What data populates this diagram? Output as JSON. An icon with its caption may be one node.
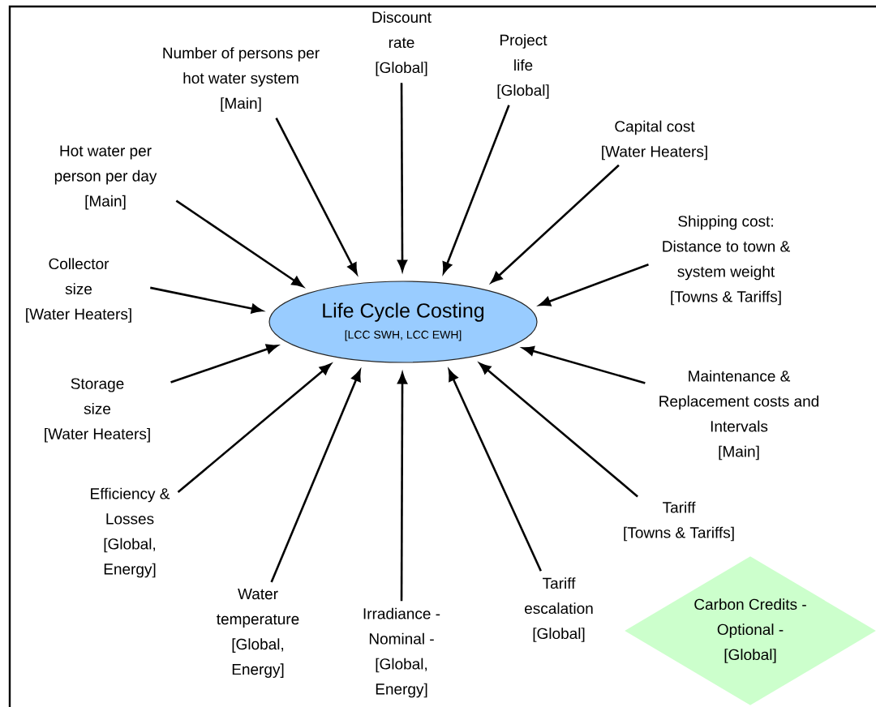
{
  "diagram": {
    "nodes": [
      {
        "text": [
          "Life Cycle Costing",
          "[LCC SWH, LCC EWH]"
        ]
      },
      {
        "text": [
          "Discount rate",
          "[Global]"
        ]
      },
      {
        "text": [
          "Project life",
          "[Global]"
        ]
      },
      {
        "text": [
          "Number of persons per hot water system",
          "[Main]"
        ]
      },
      {
        "text": [
          "Capital cost",
          "[Water Heaters]"
        ]
      },
      {
        "text": [
          "Hot water per person per day",
          "[Main]"
        ]
      },
      {
        "text": [
          "Shipping cost: Distance to town & system weight",
          "[Towns & Tariffs]"
        ]
      },
      {
        "text": [
          "Collector size",
          "[Water Heaters]"
        ]
      },
      {
        "text": [
          "Storage size",
          "[Water Heaters]"
        ]
      },
      {
        "text": [
          "Maintenance & Replacement costs and Intervals",
          "[Main]"
        ]
      },
      {
        "text": [
          "Efficiency & Losses",
          "[Global, Energy]"
        ]
      },
      {
        "text": [
          "Tariff",
          "[Towns & Tariffs]"
        ]
      },
      {
        "text": [
          "Water temperature",
          "[Global, Energy]"
        ]
      },
      {
        "text": [
          "Irradiance - Nominal -",
          "[Global, Energy]"
        ]
      },
      {
        "text": [
          "Tariff escalation",
          "[Global]"
        ]
      },
      {
        "text": [
          "Carbon Credits - Optional -",
          "[Global]"
        ]
      }
    ],
    "edges": [
      {
        "from": 1,
        "to": 0,
        "arrow": "to"
      },
      {
        "from": 2,
        "to": 0,
        "arrow": "to"
      },
      {
        "from": 3,
        "to": 0,
        "arrow": "to"
      },
      {
        "from": 4,
        "to": 0,
        "arrow": "to"
      },
      {
        "from": 5,
        "to": 0,
        "arrow": "to"
      },
      {
        "from": 6,
        "to": 0,
        "arrow": "to"
      },
      {
        "from": 7,
        "to": 0,
        "arrow": "to"
      },
      {
        "from": 8,
        "to": 0,
        "arrow": "to"
      },
      {
        "from": 9,
        "to": 0,
        "arrow": "to"
      },
      {
        "from": 10,
        "to": 0,
        "arrow": "to"
      },
      {
        "from": 11,
        "to": 0,
        "arrow": "to"
      },
      {
        "from": 12,
        "to": 0,
        "arrow": "to"
      },
      {
        "from": 13,
        "to": 0,
        "arrow": "to"
      },
      {
        "from": 14,
        "to": 0,
        "arrow": "to"
      }
    ]
  }
}
